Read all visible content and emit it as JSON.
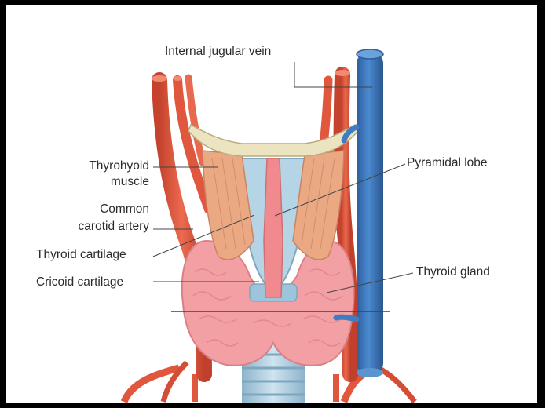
{
  "diagram": {
    "labels": {
      "internal_jugular_vein": "Internal jugular vein",
      "thyrohyoid_line1": "Thyrohyoid",
      "thyrohyoid_line2": "muscle",
      "common_carotid_line1": "Common",
      "common_carotid_line2": "carotid artery",
      "thyroid_cartilage": "Thyroid cartilage",
      "cricoid_cartilage": "Cricoid cartilage",
      "pyramidal_lobe": "Pyramidal lobe",
      "thyroid_gland": "Thyroid gland"
    },
    "colors": {
      "artery": "#e0573e",
      "vein": "#3f7cc2",
      "gland": "#f2a0a4",
      "muscle": "#e9a27c",
      "cartilage": "#a9cde0",
      "hyoid_bone": "#e8ddb6",
      "frame": "#000000"
    }
  }
}
